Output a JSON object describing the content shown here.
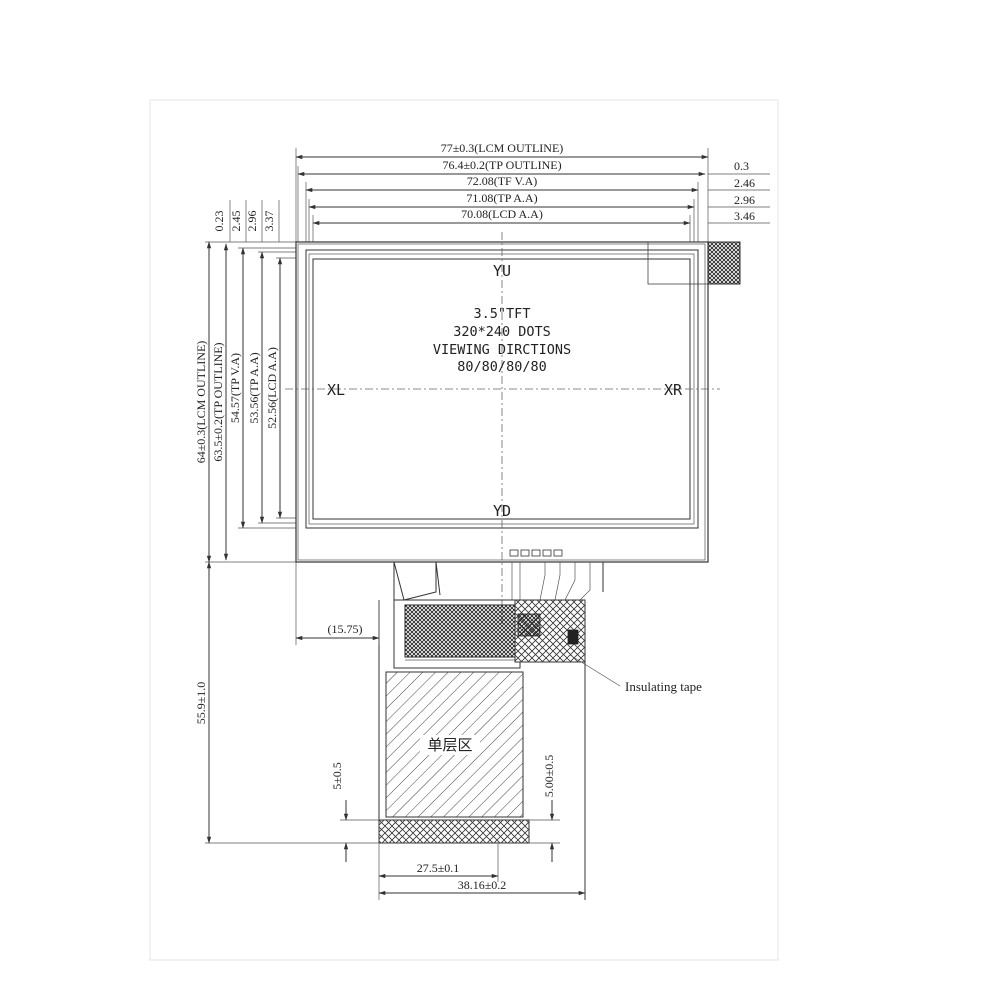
{
  "dimensions_top": {
    "lcm_outline": "77±0.3(LCM OUTLINE)",
    "tp_outline": "76.4±0.2(TP OUTLINE)",
    "tf_va": "72.08(TF V.A)",
    "tp_aa": "71.08(TP A.A)",
    "lcd_aa": "70.08(LCD A.A)"
  },
  "dimensions_right_offsets": [
    "0.3",
    "2.46",
    "2.96",
    "3.46"
  ],
  "dimensions_left_offsets": [
    "0.23",
    "2.45",
    "2.96",
    "3.37"
  ],
  "dimensions_vertical": {
    "lcm_outline": "64±0.3(LCM OUTLINE)",
    "tp_outline": "63.5±0.2(TP OUTLINE)",
    "tp_va": "54.57(TP V.A)",
    "tp_aa": "53.56(TP A.A)",
    "lcd_aa": "52.56(LCD A.A)"
  },
  "screen": {
    "top_label": "YU",
    "bottom_label": "YD",
    "left_label": "XL",
    "right_label": "XR",
    "info_lines": [
      "3.5\"TFT",
      "320*240 DOTS",
      "VIEWING DIRCTIONS",
      "80/80/80/80"
    ]
  },
  "fpc": {
    "offset": "(15.75)",
    "total_length": "55.9±1.0",
    "stiffener_left": "5±0.5",
    "stiffener_right": "5.00±0.5",
    "width_inner": "27.5±0.1",
    "width_outer": "38.16±0.2",
    "single_layer_label": "单层区",
    "insulating_tape": "Insulating tape"
  }
}
